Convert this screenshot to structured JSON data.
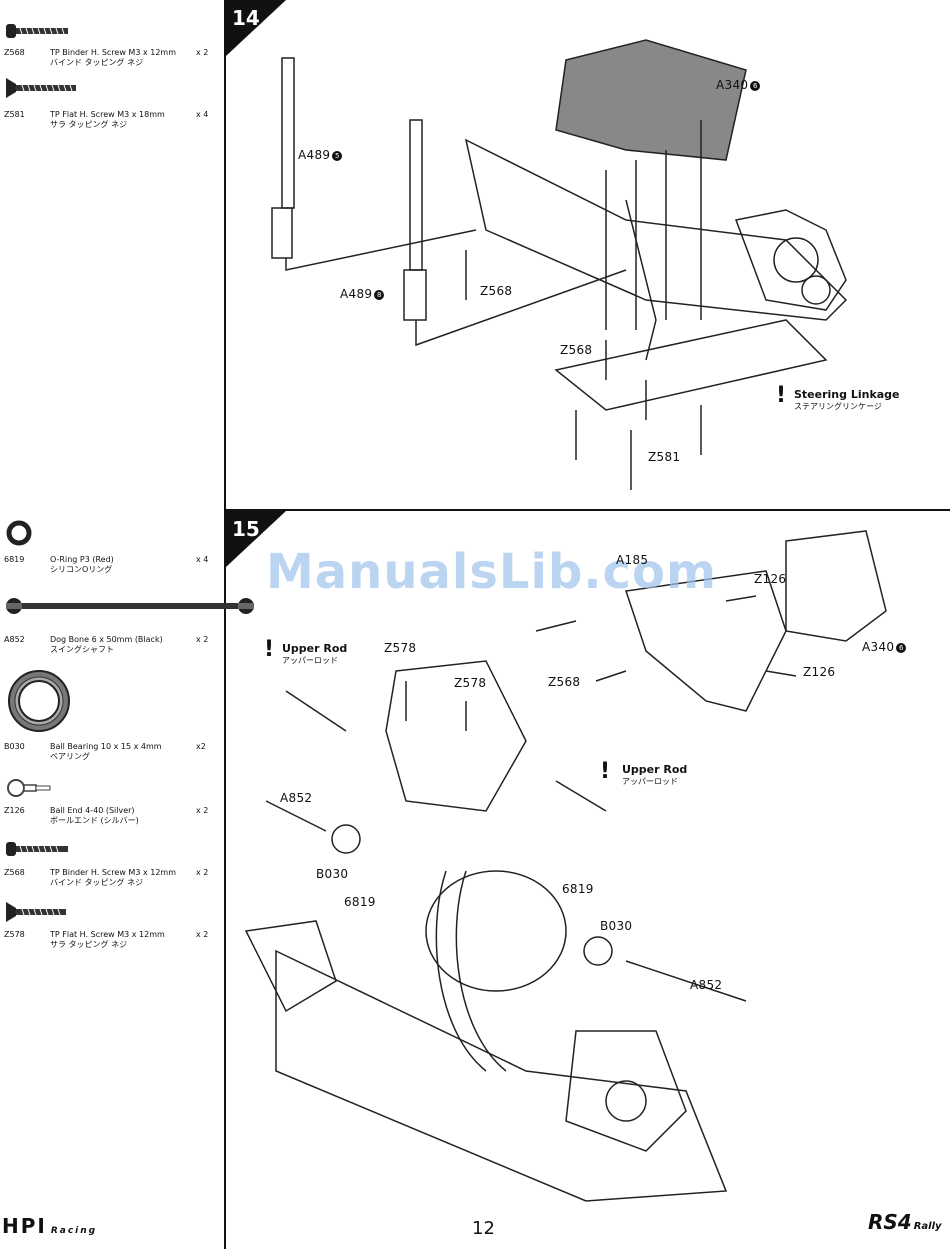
{
  "steps": [
    {
      "number": "14"
    },
    {
      "number": "15"
    }
  ],
  "watermark": "ManualsLib.com",
  "page_number": "12",
  "parts_step14": [
    {
      "code": "Z568",
      "name": "TP Binder H. Screw M3 x 12mm",
      "qty": "x 2",
      "jp": "バインド タッピング ネジ",
      "icon": "screw-binder-icon"
    },
    {
      "code": "Z581",
      "name": "TP Flat H. Screw M3 x 18mm",
      "qty": "x 4",
      "jp": "サラ タッピング ネジ",
      "icon": "screw-flat-icon"
    }
  ],
  "parts_step15": [
    {
      "code": "6819",
      "name": "O-Ring P3 (Red)",
      "qty": "x 4",
      "jp": "シリコンOリング",
      "icon": "o-ring-icon"
    },
    {
      "code": "A852",
      "name": "Dog Bone 6 x 50mm (Black)",
      "qty": "x 2",
      "jp": "スイングシャフト",
      "icon": "dog-bone-icon"
    },
    {
      "code": "B030",
      "name": "Ball Bearing 10 x 15 x 4mm",
      "qty": "x2",
      "jp": "ベアリング",
      "icon": "ball-bearing-icon"
    },
    {
      "code": "Z126",
      "name": "Ball End 4-40 (Silver)",
      "qty": "x 2",
      "jp": "ボールエンド (シルバー)",
      "icon": "ball-end-icon"
    },
    {
      "code": "Z568",
      "name": "TP Binder H. Screw M3 x 12mm",
      "qty": "x 2",
      "jp": "バインド タッピング ネジ",
      "icon": "screw-binder-icon"
    },
    {
      "code": "Z578",
      "name": "TP Flat H. Screw M3 x 12mm",
      "qty": "x 2",
      "jp": "サラ タッピング ネジ",
      "icon": "screw-flat-icon"
    }
  ],
  "diagram14": {
    "labels": {
      "a340": "A340",
      "a340_badge": "6",
      "a489_top": "A489",
      "a489_top_badge": "5",
      "a489_bottom": "A489",
      "a489_bottom_badge": "8",
      "z568_a": "Z568",
      "z568_b": "Z568",
      "z581": "Z581"
    },
    "note": {
      "title": "Steering Linkage",
      "jp": "ステアリングリンケージ"
    }
  },
  "diagram15": {
    "labels": {
      "a185": "A185",
      "z126_top": "Z126",
      "z126_right": "Z126",
      "a340": "A340",
      "a340_badge": "6",
      "z568": "Z568",
      "z578_a": "Z578",
      "z578_b": "Z578",
      "a852_left": "A852",
      "a852_right": "A852",
      "b030_left": "B030",
      "b030_right": "B030",
      "o6819_left": "6819",
      "o6819_right": "6819"
    },
    "note_left": {
      "title": "Upper Rod",
      "jp": "アッパーロッド"
    },
    "note_right": {
      "title": "Upper Rod",
      "jp": "アッパーロッド"
    }
  },
  "footer": {
    "left_logo": "HPI",
    "left_logo_sub": "Racing",
    "right_logo": "RS4",
    "right_logo_sub": "Rally"
  }
}
